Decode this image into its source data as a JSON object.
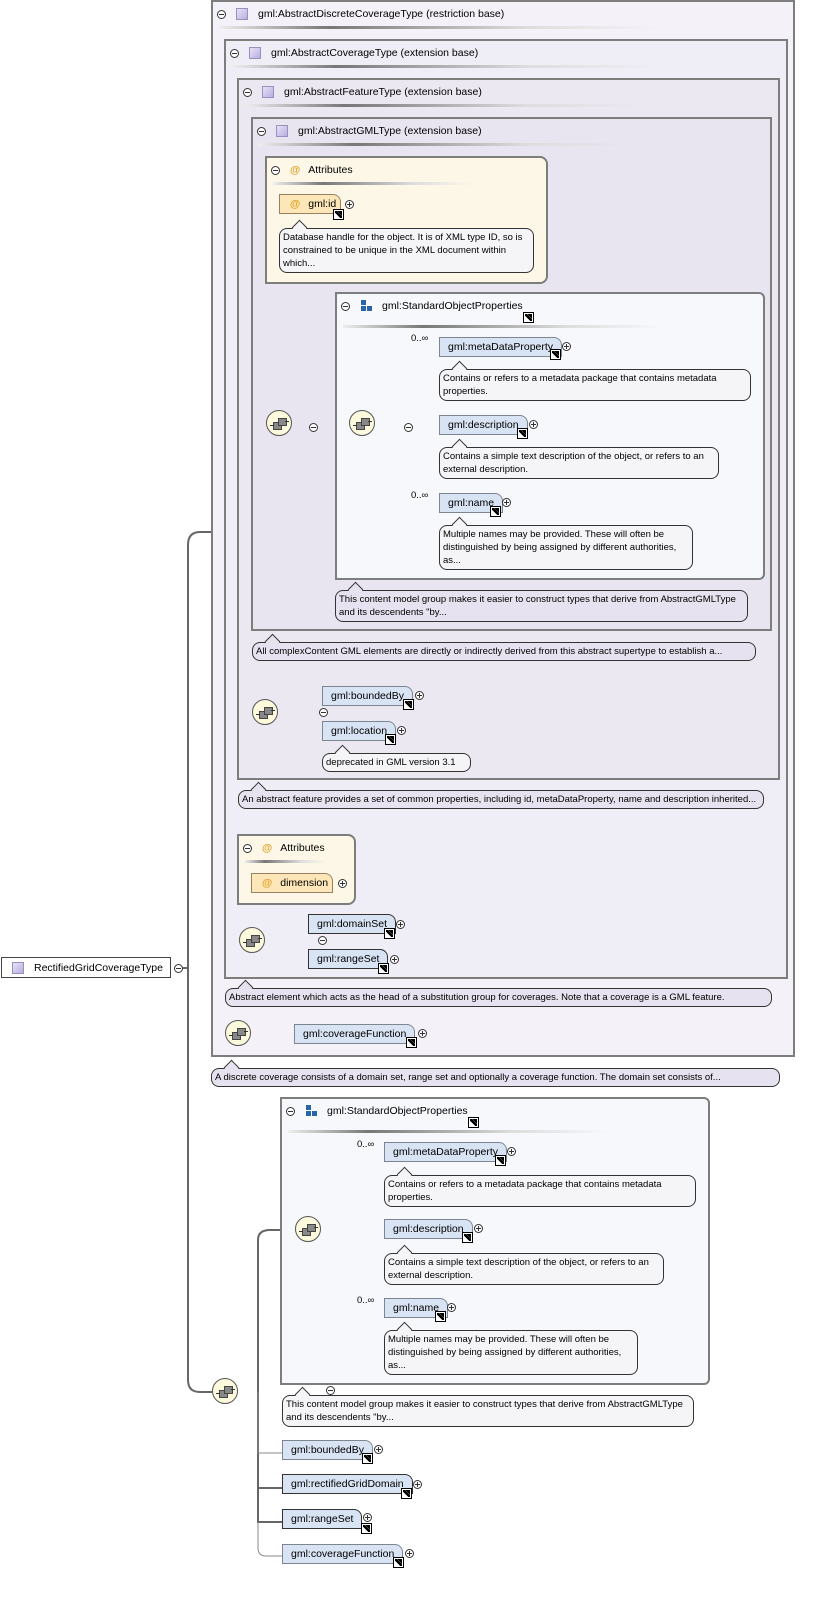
{
  "root": {
    "label": "RectifiedGridCoverageType"
  },
  "types": {
    "discrete": "gml:AbstractDiscreteCoverageType (restriction base)",
    "coverage": "gml:AbstractCoverageType (extension base)",
    "feature": "gml:AbstractFeatureType (extension base)",
    "gml": "gml:AbstractGMLType (extension base)"
  },
  "attributes_label": "Attributes",
  "attr_id": {
    "name": "gml:id",
    "doc": "Database handle for the object. It is of XML type ID, so is constrained to be unique in the XML document within which..."
  },
  "attr_dimension": {
    "name": "dimension"
  },
  "sop": {
    "title": "gml:StandardObjectProperties",
    "cardinality": "0..∞",
    "metaDataProperty": "gml:metaDataProperty",
    "metaDataProperty_doc": "Contains or refers to a metadata package that contains metadata properties.",
    "description": "gml:description",
    "description_doc": "Contains a simple text description of the object, or refers to an external description.",
    "name": "gml:name",
    "name_doc": "Multiple names may be provided. These will often be distinguished by being assigned by different authorities, as...",
    "group_doc": "This content model group makes it easier to construct types that derive from AbstractGMLType and its descendents \"by..."
  },
  "docs": {
    "gml_type": "All complexContent GML elements are directly or indirectly derived from this abstract supertype to establish a...",
    "feature_type": "An abstract feature provides a set of common properties, including id, metaDataProperty, name and description inherited...",
    "coverage_type": "Abstract element which acts as the head of a substitution group for coverages. Note that a coverage is a GML feature.",
    "discrete_type": "A discrete coverage consists of a domain set, range set and optionally a coverage function. The domain set consists of...",
    "location": "deprecated in GML version 3.1"
  },
  "elements": {
    "boundedBy": "gml:boundedBy",
    "location": "gml:location",
    "domainSet": "gml:domainSet",
    "rangeSet": "gml:rangeSet",
    "coverageFunction": "gml:coverageFunction",
    "rectifiedGridDomain": "gml:rectifiedGridDomain"
  }
}
